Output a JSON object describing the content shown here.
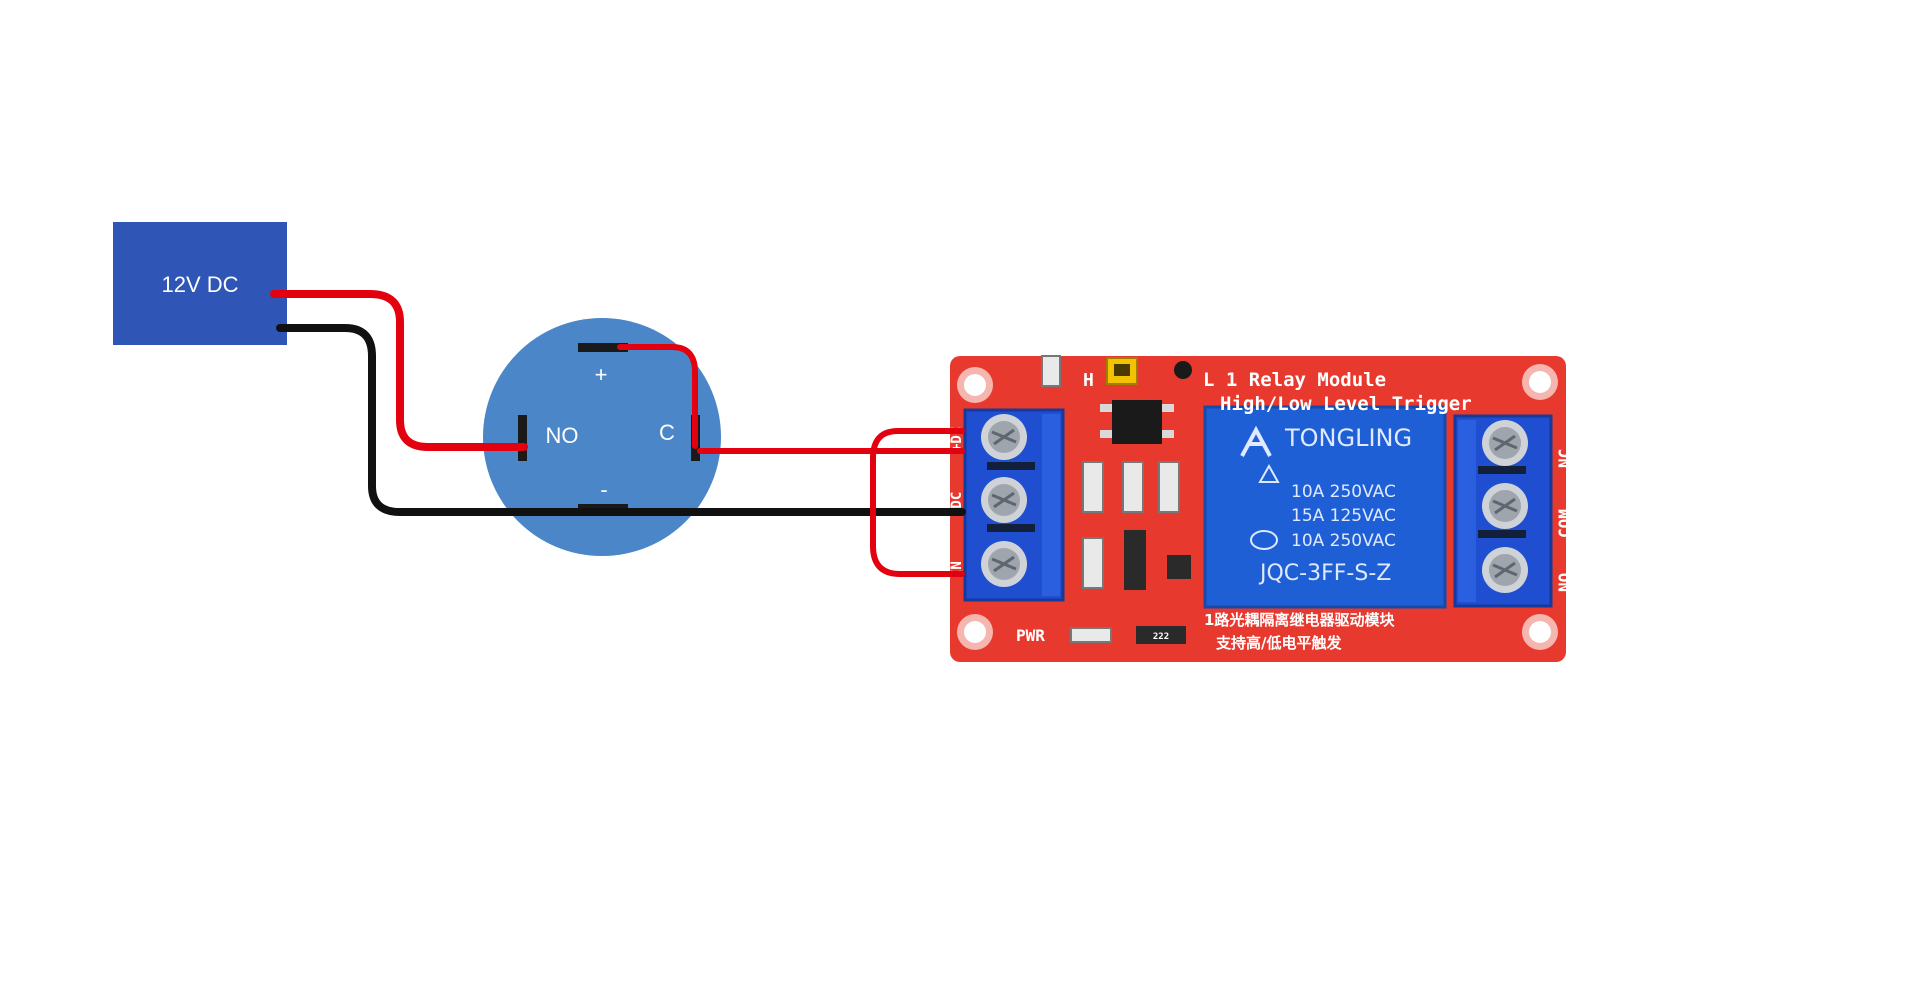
{
  "power_supply": {
    "label": "12V DC",
    "color": "#2f55b7"
  },
  "switch": {
    "color": "#4a86c8",
    "plus_label": "+",
    "no_label": "NO",
    "c_label": "C",
    "minus_label": "-"
  },
  "relay_module": {
    "board_color": "#e8392f",
    "relay_color": "#1f5fd6",
    "title_line1": "L 1 Relay Module",
    "title_line2": "High/Low Level Trigger",
    "jumper_h": "H",
    "brand": "TONGLING",
    "rating1": "10A 250VAC",
    "rating2": "15A 125VAC",
    "rating3": "10A 250VAC",
    "model": "JQC-3FF-S-Z",
    "cn_line1": "1路光耦隔离继电器驱动模块",
    "cn_line2": "支持高/低电平触发",
    "pwr_label": "PWR",
    "input_labels": [
      "+DC",
      "-DC",
      "IN"
    ],
    "output_labels": [
      "NC",
      "COM",
      "NO"
    ],
    "resistor_code": "222"
  },
  "wires": {
    "positive_color": "#e3000f",
    "negative_color": "#111111"
  }
}
